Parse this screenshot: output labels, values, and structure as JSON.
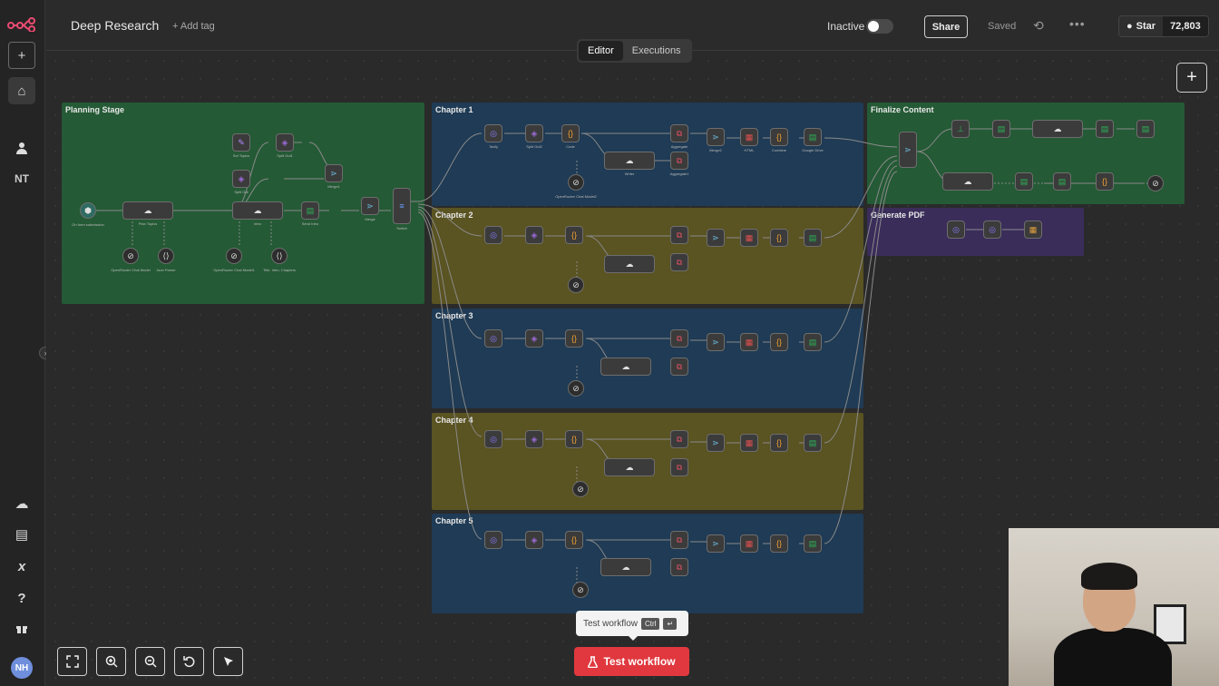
{
  "sidebar": {
    "logo_icon": "n8n-logo-icon",
    "items": [
      {
        "name": "add-icon",
        "glyph": "+"
      },
      {
        "name": "home-icon",
        "glyph": "⌂"
      },
      {
        "name": "user-icon",
        "glyph": "👤"
      },
      {
        "name": "project-nt",
        "glyph": "NT"
      },
      {
        "name": "cloud-icon",
        "glyph": "☁"
      },
      {
        "name": "templates-icon",
        "glyph": "▤"
      },
      {
        "name": "variables-icon",
        "glyph": "𝑥"
      },
      {
        "name": "help-icon",
        "glyph": "?"
      },
      {
        "name": "gift-icon",
        "glyph": "🎁"
      }
    ],
    "avatar": "NH"
  },
  "header": {
    "title": "Deep Research",
    "add_tag": "+ Add tag",
    "status_label": "Inactive",
    "share": "Share",
    "saved": "Saved",
    "github_star": "Star",
    "github_count": "72,803"
  },
  "tabs": [
    {
      "label": "Editor",
      "selected": true
    },
    {
      "label": "Executions",
      "selected": false
    }
  ],
  "stickies": [
    {
      "label": "Planning Stage",
      "color": "#245a35"
    },
    {
      "label": "Chapter 1",
      "color": "#1f3b55"
    },
    {
      "label": "Chapter 2",
      "color": "#5a5322"
    },
    {
      "label": "Chapter 3",
      "color": "#1f3b55"
    },
    {
      "label": "Chapter 4",
      "color": "#5a5322"
    },
    {
      "label": "Chapter 5",
      "color": "#1f3b55"
    },
    {
      "label": "Finalize Content",
      "color": "#245a35"
    },
    {
      "label": "Generate PDF",
      "color": "#3a2d5a"
    }
  ],
  "tooltip": {
    "text": "Test workflow",
    "shortcut": "Ctrl",
    "shortcut_key": "↵"
  },
  "test_button": "Test workflow",
  "canvas_controls": [
    "fit-view-icon",
    "zoom-in-icon",
    "zoom-out-icon",
    "reset-zoom-icon",
    "select-tool-icon"
  ]
}
